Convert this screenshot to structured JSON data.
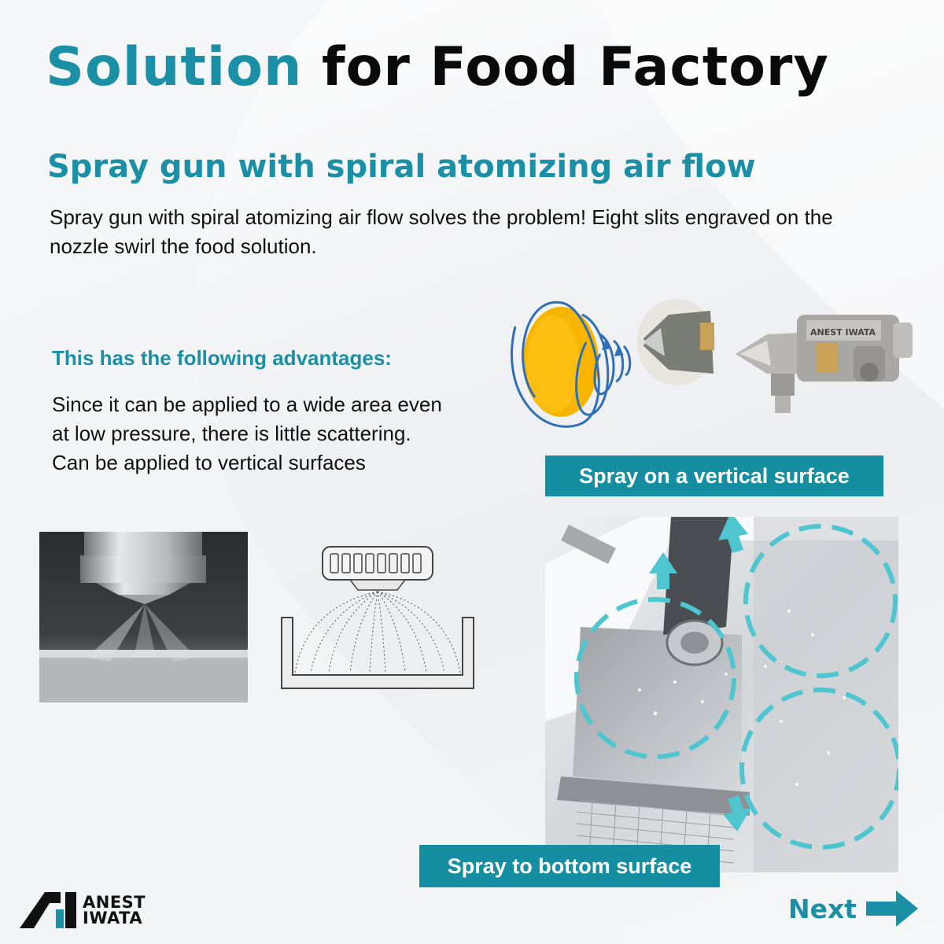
{
  "header": {
    "title_accent": "Solution",
    "title_rest": "for Food Factory",
    "subtitle": "Spray gun with spiral atomizing air flow"
  },
  "intro": {
    "text": "Spray gun with spiral atomizing air flow solves the problem! Eight slits engraved on the nozzle swirl the food solution."
  },
  "advantages": {
    "heading": "This has the following advantages:",
    "lines": [
      "Since it can be applied to a wide area even",
      "at low pressure, there is little scattering.",
      "Can be applied to vertical surfaces"
    ]
  },
  "illustration": {
    "gun_brand_mark": "ANEST IWATA"
  },
  "labels": {
    "vertical_surface": "Spray on a vertical surface",
    "bottom_surface": "Spray to bottom surface"
  },
  "logo": {
    "line1": "ANEST",
    "line2": "IWATA"
  },
  "navigation": {
    "next_label": "Next"
  },
  "colors": {
    "accent": "#1a8fa5",
    "label_bg": "#158ea2",
    "spray_yellow": "#f7b500",
    "swirl_blue": "#2f6fb5",
    "circle_cyan": "#4ec5cf"
  },
  "icons": {
    "next_arrow": "right-arrow-icon",
    "swirl": "spiral-airflow-icon"
  }
}
